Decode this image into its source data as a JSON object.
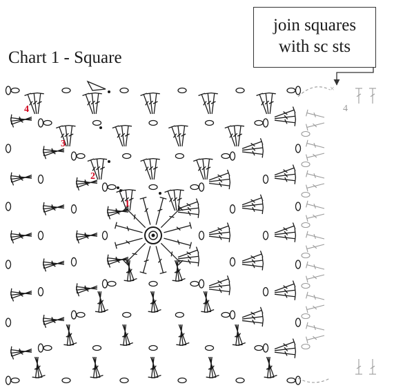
{
  "title": "Chart 1 - Square",
  "callout": {
    "line1": "join squares",
    "line2": "with sc sts"
  },
  "rounds": [
    "1",
    "2",
    "3",
    "4"
  ],
  "neighbor_round": "4",
  "colors": {
    "ink": "#1a1a1a",
    "round_number": "#d0021b",
    "neighbor": "#9a9a9a"
  },
  "icons": [
    "magic-ring-icon",
    "chain-stitch-icon",
    "treble-stitch-icon",
    "slip-stitch-icon",
    "join-arrow-icon",
    "fasten-off-icon"
  ]
}
